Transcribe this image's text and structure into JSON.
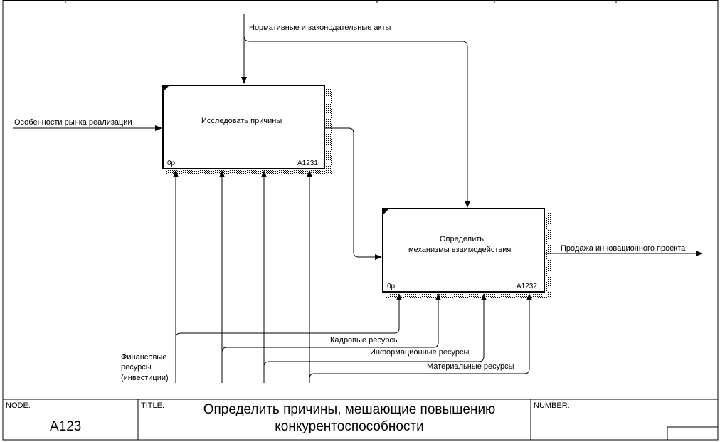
{
  "diagram": {
    "arrows": {
      "control_top": "Нормативные и законодательные акты",
      "input_left": "Особенности рынка реализации",
      "output_right": "Продажа инновационного проекта",
      "mech_finance_line1": "Финансовые",
      "mech_finance_line2": "ресурсы",
      "mech_finance_line3": "(инвестиции)",
      "mech_hr": "Кадровые ресурсы",
      "mech_info": "Информационные ресурсы",
      "mech_material": "Материальные ресурсы"
    },
    "boxes": [
      {
        "title": "Исследовать причины",
        "cost": "0р.",
        "id": "A1231"
      },
      {
        "title_line1": "Определить",
        "title_line2": "механизмы взаимодействия",
        "cost": "0р.",
        "id": "A1232"
      }
    ]
  },
  "footer": {
    "node_label": "NODE:",
    "node_value": "A123",
    "title_label": "TITLE:",
    "title_line1": "Определить причины, мешающие повышению",
    "title_line2": "конкурентоспособности",
    "number_label": "NUMBER:"
  }
}
